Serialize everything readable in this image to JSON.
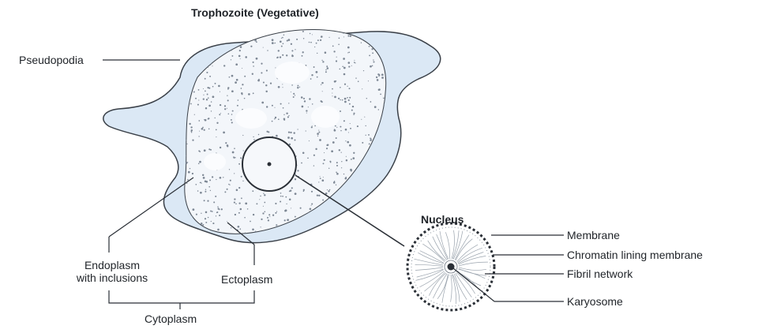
{
  "title": "Trophozoite (Vegetative)",
  "labels": {
    "pseudopodia": "Pseudopodia",
    "endoplasm_line1": "Endoplasm",
    "endoplasm_line2": "with inclusions",
    "ectoplasm": "Ectoplasm",
    "cytoplasm": "Cytoplasm",
    "nucleus": "Nucleus",
    "membrane": "Membrane",
    "chromatin": "Chromatin lining membrane",
    "fibril": "Fibril network",
    "karyosome": "Karyosome"
  },
  "colors": {
    "ectoplasm_fill": "#dbe8f5",
    "endoplasm_fill": "#f3f6fa",
    "outline": "#3a4048",
    "speckle": "#7d8794"
  }
}
